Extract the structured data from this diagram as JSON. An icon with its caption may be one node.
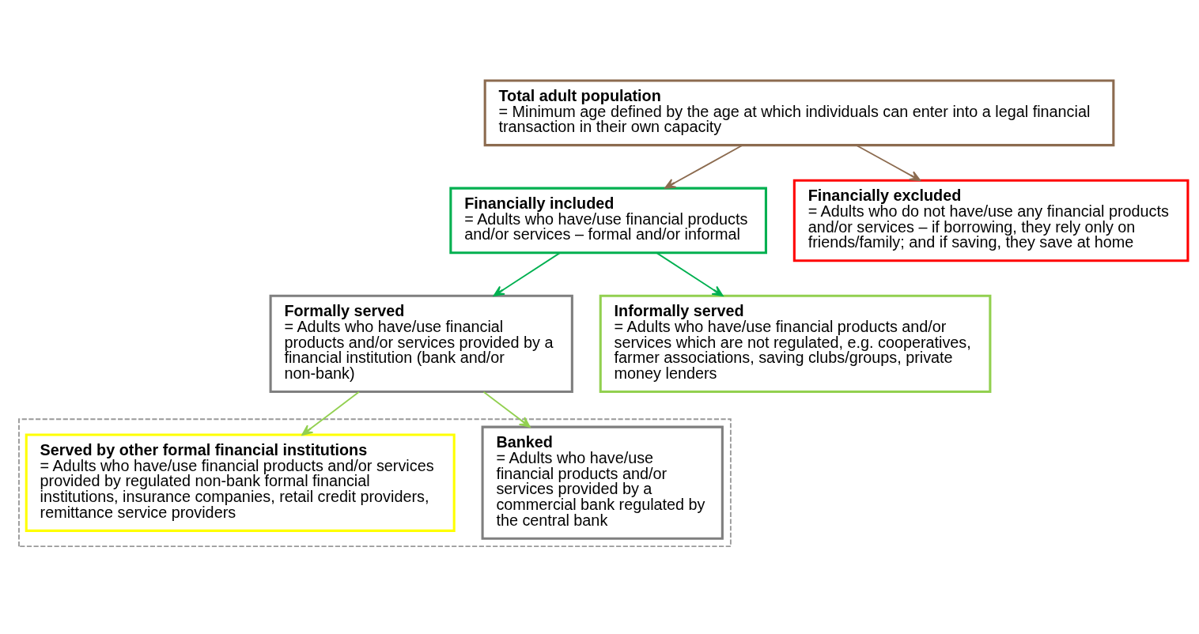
{
  "diagram": {
    "nodes": [
      {
        "text": [
          "Total adult population",
          "= Minimum age defined by the age at which individuals can enter into a legal financial transaction in their own capacity"
        ]
      },
      {
        "text": [
          "Financially included",
          "= Adults who have/use financial products and/or services – formal and/or informal"
        ]
      },
      {
        "text": [
          "Financially excluded",
          "= Adults who do not have/use any financial products and/or services – if borrowing, they rely only on friends/family; and if saving, they save at home"
        ]
      },
      {
        "text": [
          "Formally served",
          "= Adults who have/use financial products and/or services provided by a financial institution (bank and/or non-bank)"
        ]
      },
      {
        "text": [
          "Informally served",
          "= Adults who have/use financial products and/or services which are not regulated, e.g. cooperatives, farmer associations, saving clubs/groups, private money lenders"
        ]
      },
      {
        "text": [],
        "shape": "box"
      },
      {
        "text": [
          "Banked",
          "= Adults who have/use financial products and/or services provided by a commercial bank regulated by the central bank"
        ],
        "in": 5
      },
      {
        "text": [
          "Served by other formal financial institutions",
          "= Adults who have/use financial products and/or services provided by regulated non-bank formal financial institutions, insurance companies, retail credit providers, remittance service providers"
        ],
        "in": 5
      }
    ],
    "edges": [
      {
        "from": 0,
        "to": 1,
        "arrow": "to",
        "color": "#8c6b4f"
      },
      {
        "from": 0,
        "to": 2,
        "arrow": "to",
        "color": "#8c6b4f"
      },
      {
        "from": 1,
        "to": 3,
        "arrow": "to",
        "color": "#00b050"
      },
      {
        "from": 1,
        "to": 4,
        "arrow": "to",
        "color": "#00b050"
      },
      {
        "from": 3,
        "to": 6,
        "arrow": "to",
        "color": "#92d050"
      },
      {
        "from": 3,
        "to": 7,
        "arrow": "to",
        "color": "#92d050"
      }
    ]
  }
}
